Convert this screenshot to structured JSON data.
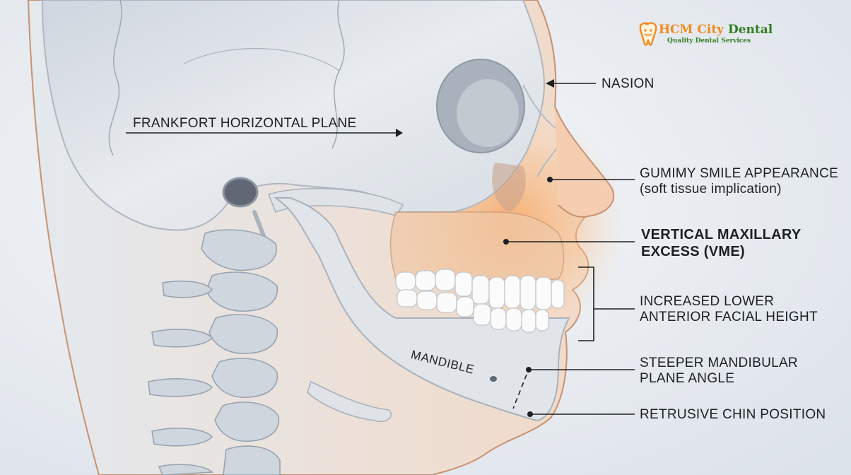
{
  "brand": {
    "name_part1": "HCM City",
    "name_part2": "Dental",
    "tagline": "Quality Dental Services",
    "color_orange": "#f08a1c",
    "color_green": "#2f7d20",
    "icon": "tooth-icon"
  },
  "labels": {
    "frankfort": "FRANKFORT HORIZONTAL PLANE",
    "nasion": "NASION",
    "gummy_line1": "GUMIMY SMILE APPEARANCE",
    "gummy_line2": "(soft tissue implication)",
    "vme_line1": "VERTICAL MAXILLARY",
    "vme_line2": "EXCESS (VME)",
    "lafh_line1": "INCREASED LOWER",
    "lafh_line2": "ANTERIOR FACIAL HEIGHT",
    "mandibular_line1": "STEEPER MANDIBULAR",
    "mandibular_line2": "PLANE ANGLE",
    "chin": "RETRUSIVE CHIN POSITION",
    "mandible": "MANDIBLE"
  },
  "colors": {
    "bone": "#e9ebee",
    "skin": "#f3dccb",
    "highlight": "#f7a35c",
    "line": "#1c1f24"
  }
}
